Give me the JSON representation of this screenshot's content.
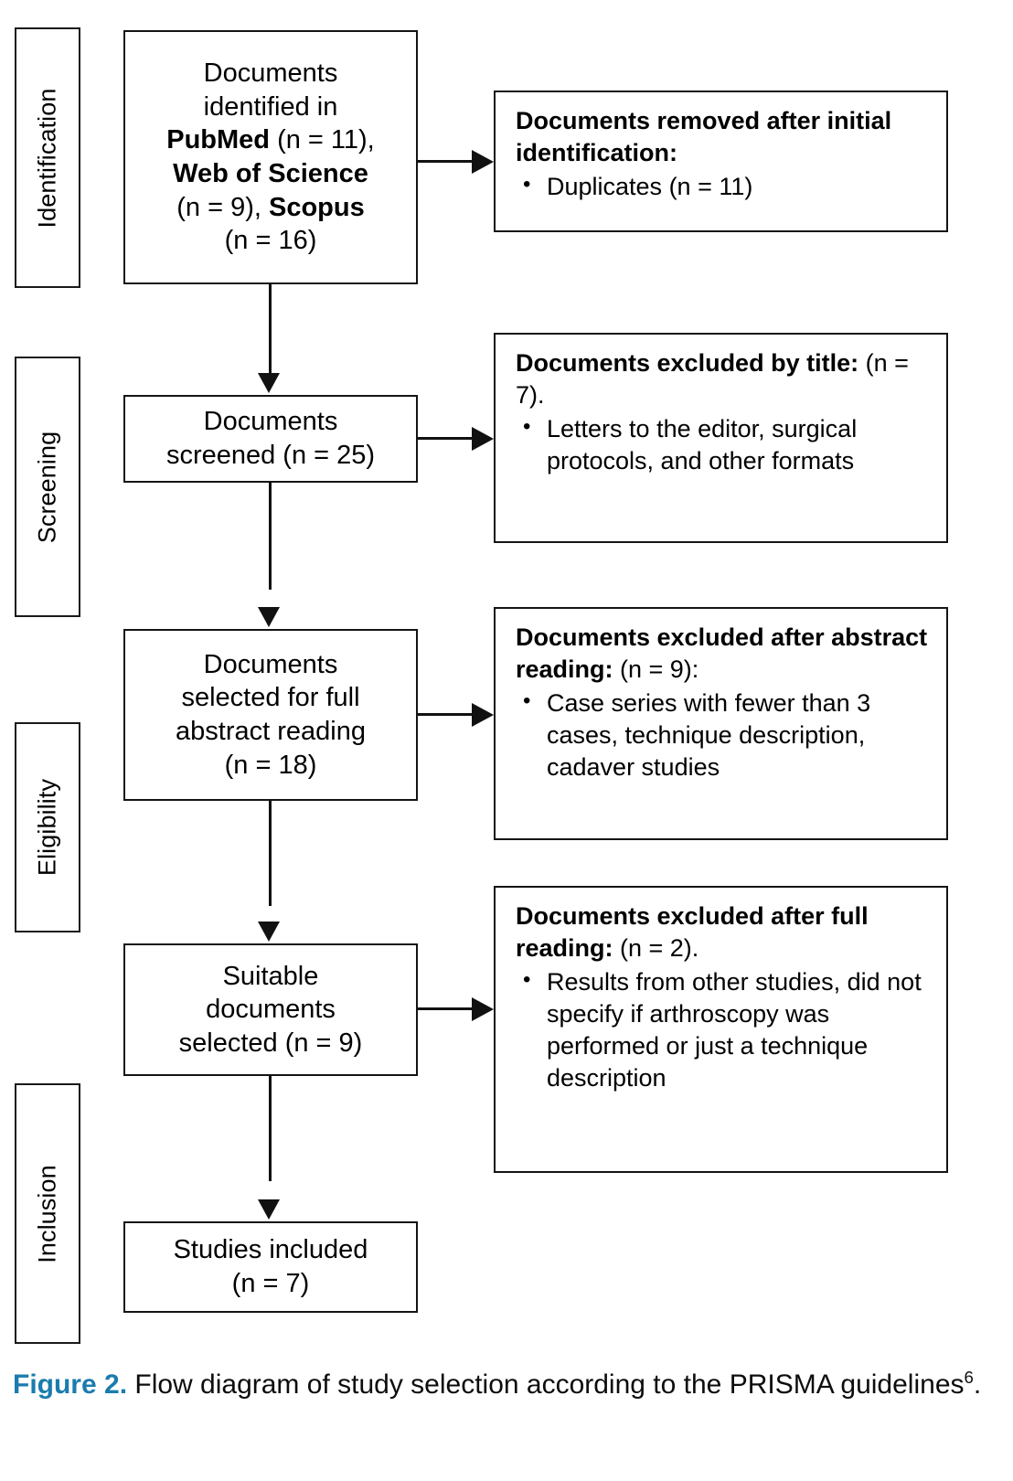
{
  "figure": {
    "stages": [
      {
        "label": "Identification"
      },
      {
        "label": "Screening"
      },
      {
        "label": "Eligibility"
      },
      {
        "label": "Inclusion"
      }
    ],
    "nodes": [
      {
        "id": "identified",
        "line1": "Documents",
        "line2": "identified in",
        "source1_name": "PubMed",
        "source1_n": " (n = 11),",
        "source2_name": "Web of Science",
        "source2_n": "(n = 9), ",
        "source3_name": "Scopus",
        "source3_n": "(n = 16)"
      },
      {
        "id": "screened",
        "line1": "Documents",
        "line2": "screened (n = 25)"
      },
      {
        "id": "full-abstract",
        "line1": "Documents",
        "line2": "selected for full",
        "line3": "abstract reading",
        "line4": "(n = 18)"
      },
      {
        "id": "suitable",
        "line1": "Suitable",
        "line2": "documents",
        "line3": "selected (n = 9)"
      },
      {
        "id": "included",
        "line1": "Studies included",
        "line2": "(n = 7)"
      }
    ],
    "exclusions": [
      {
        "id": "removed-initial",
        "title_bold": "Documents removed after initial identification:",
        "title_regular": "",
        "items": [
          "Duplicates (n = 11)"
        ]
      },
      {
        "id": "excluded-title",
        "title_bold": "Documents excluded by title:",
        "title_regular": " (n = 7).",
        "items": [
          "Letters to the editor, surgical protocols, and other formats"
        ]
      },
      {
        "id": "excluded-abstract",
        "title_bold": "Documents excluded after abstract reading:",
        "title_regular": " (n = 9):",
        "items": [
          "Case series with fewer than 3 cases, technique description, cadaver studies"
        ]
      },
      {
        "id": "excluded-full",
        "title_bold": "Documents excluded after full reading:",
        "title_regular": " (n = 2).",
        "items": [
          "Results from other studies, did not specify if arthroscopy was performed or just a technique description"
        ]
      }
    ],
    "caption": {
      "label": "Figure 2.",
      "text": " Flow diagram of study selection according to the PRISMA guidelines",
      "superscript": "6",
      "period": "."
    },
    "colors": {
      "accent": "#1b7cad",
      "stroke": "#141414",
      "background": "#ffffff"
    }
  }
}
